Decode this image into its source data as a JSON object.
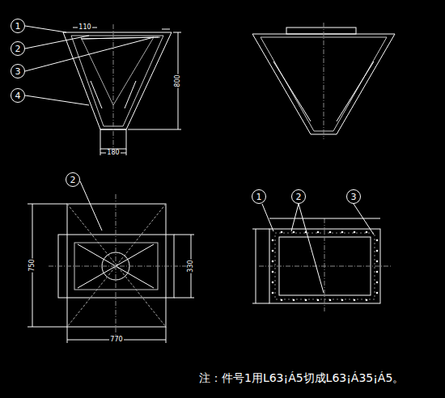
{
  "diagram": {
    "nodes": [
      {
        "text": [
          "1"
        ]
      },
      {
        "text": [
          "2"
        ]
      },
      {
        "text": [
          "3"
        ]
      },
      {
        "text": [
          "4"
        ]
      },
      {
        "text": [
          "2"
        ]
      },
      {
        "text": [
          "1"
        ]
      },
      {
        "text": [
          "2"
        ]
      },
      {
        "text": [
          "3"
        ]
      }
    ],
    "labels": [
      "110",
      "800",
      "180",
      "750",
      "330",
      "770",
      "注：件号1用L63¡Á5切成L63¡Á35¡Á5。"
    ]
  }
}
